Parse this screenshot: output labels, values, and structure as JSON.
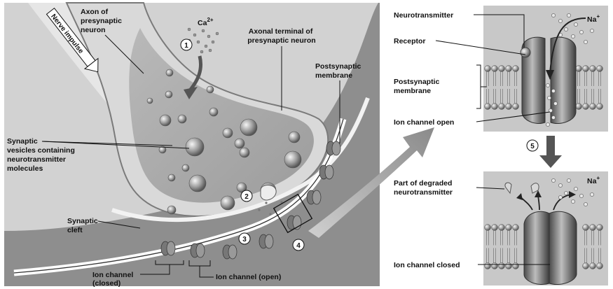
{
  "main_panel": {
    "nerve_impulse": "Nerve impulse",
    "ca_label": "Ca",
    "ca_charge": "2+",
    "axon_label": [
      "Axon of",
      "presynaptic",
      "neuron"
    ],
    "terminal_label": [
      "Axonal terminal of",
      "presynaptic neuron"
    ],
    "postsynaptic_label": [
      "Postsynaptic",
      "membrane"
    ],
    "vesicles_label": [
      "Synaptic",
      "vesicles containing",
      "neurotransmitter",
      "molecules"
    ],
    "cleft_label": [
      "Synaptic",
      "cleft"
    ],
    "channel_closed_label": [
      "Ion channel",
      "(closed)"
    ],
    "channel_open_label": "Ion channel (open)",
    "steps": [
      "1",
      "2",
      "3",
      "4"
    ]
  },
  "top_panel": {
    "neurotransmitter": "Neurotransmitter",
    "receptor": "Receptor",
    "membrane": [
      "Postsynaptic",
      "membrane"
    ],
    "channel_open": "Ion channel open",
    "na_label": "Na",
    "na_charge": "+"
  },
  "step5": "5",
  "bottom_panel": {
    "degraded": [
      "Part of degraded",
      "neurotransmitter"
    ],
    "channel_closed": "Ion channel closed",
    "na_label": "Na",
    "na_charge": "+"
  }
}
